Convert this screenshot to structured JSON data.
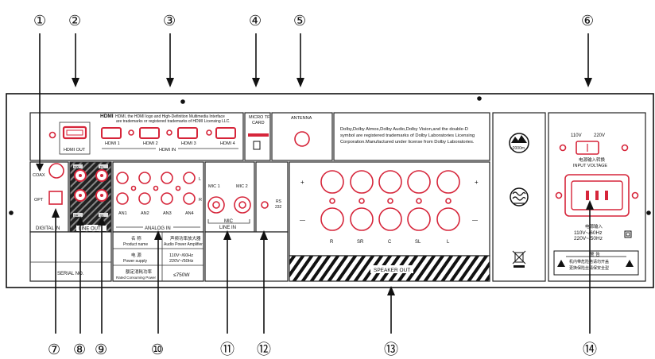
{
  "callouts": {
    "top": [
      "①",
      "②",
      "③",
      "④",
      "⑤",
      "⑥"
    ],
    "bottom": [
      "⑦",
      "⑧",
      "⑨",
      "⑩",
      "⑪",
      "⑫",
      "⑬",
      "⑭"
    ]
  },
  "hdmi": {
    "brand": "HDMI",
    "notice1": "HDMI, the HDMI logo and High-Definition Multimedia Interface",
    "notice2": "are trademarks or registered trademarks of HDMI Licensing LLC.",
    "out_label": "HDMI OUT",
    "inputs": [
      "HDMI 1",
      "HDMI 2",
      "HDMI 3",
      "HDMI 4"
    ],
    "in_label": "HDMI IN"
  },
  "micro_tf": {
    "line1": "MICRO TF",
    "line2": "CARD"
  },
  "antenna": "ANTENNA",
  "dolby": {
    "line1": "Dolby,Dolby Atmos,Dolby Audio,Dolby Vision,and the double-D",
    "line2": "symbol are registered trademarks of Dolby Laboratories Licensing",
    "line3": "Corporation.Manufactured under license from Dolby Laboratories."
  },
  "voltage": {
    "v110": "110V",
    "v220": "220V",
    "cn": "电源输入转换",
    "en": "INPUT VOLTAGE"
  },
  "power_in": {
    "cn": "电源输入",
    "line1": "110V~/60Hz",
    "line2": "220V~/50Hz"
  },
  "warning": {
    "title": "警 告",
    "line1": "机内带危险电请勿开盖",
    "line2": "更换保险丝请保安全型"
  },
  "altitude": "≤2000m",
  "digital": {
    "coax": "COAX",
    "opt": "OPT",
    "label": "DIGITAL IN"
  },
  "line_out": {
    "label": "LINE OUT",
    "jacks": [
      "SW",
      "FL",
      "SR",
      "SL"
    ]
  },
  "analog": {
    "inputs": [
      "AN1",
      "AN2",
      "AN3",
      "AN4"
    ],
    "l": "L",
    "r": "R",
    "label": "ANALOG IN"
  },
  "mic": {
    "mic1": "MIC 1",
    "mic2": "MIC 2",
    "label1": "MIC",
    "label2": "LINE IN"
  },
  "rs232": {
    "line1": "RS",
    "line2": "232"
  },
  "speaker": {
    "plus": "+",
    "minus": "—",
    "channels": [
      "R",
      "SR",
      "C",
      "SL",
      "L"
    ],
    "label": "SPEAKER OUT"
  },
  "spec": {
    "name_cn": "名 称",
    "name_en": "Product name",
    "name_val_cn": "声频功率放大器",
    "name_val_en": "Audio Power Amplifier",
    "ps_cn": "电 源",
    "ps_en": "Power supply",
    "ps_val1": "110V~/60Hz",
    "ps_val2": "220V~/50Hz",
    "rc_cn": "额定消耗功率",
    "rc_en": "Rated Consuming Power",
    "rc_val": "≤750W"
  },
  "serial": "SERIAL NO."
}
